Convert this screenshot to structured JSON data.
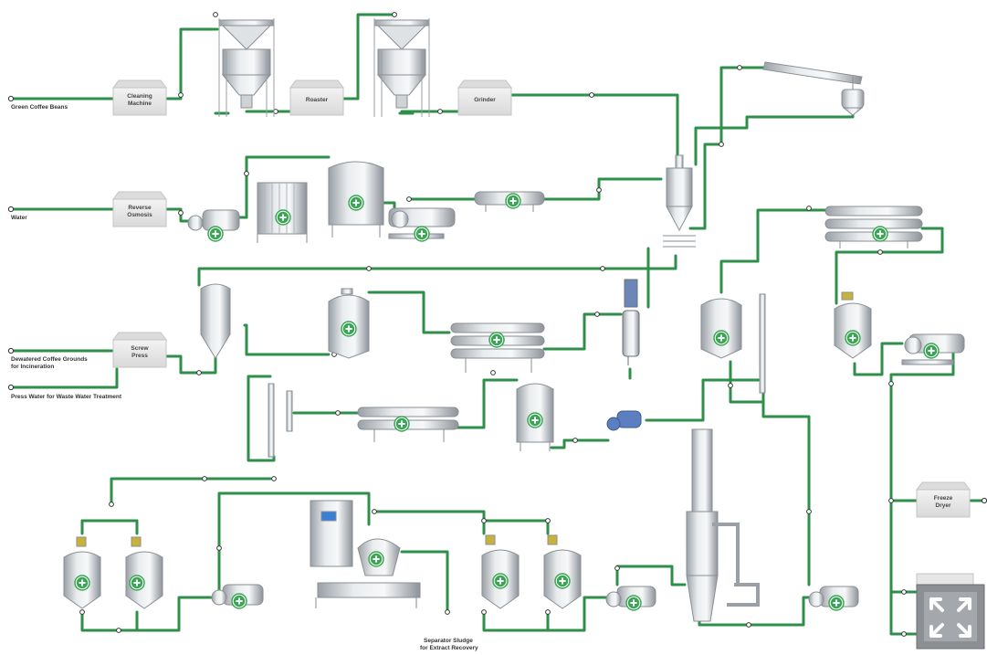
{
  "boxes": {
    "cleaning": "Cleaning\nMachine",
    "roaster": "Roaster",
    "grinder": "Grinder",
    "reverse_osmosis": "Reverse\nOsmosis",
    "screw_press": "Screw\nPress",
    "freeze_dryer": "Freeze\nDryer"
  },
  "labels": {
    "green_beans": "Green Coffee Beans",
    "water": "Water",
    "grounds_line1": "Dewatered Coffee Grounds",
    "grounds_line2": "for Incineration",
    "press_water": "Press Water for Waste Water Treatment",
    "sludge_line1": "Separator Sludge",
    "sludge_line2": "for Extract Recovery"
  },
  "colors": {
    "pipe": "#2f8f4a",
    "node": "#333333",
    "box_fill": "#e9e9e9",
    "box_edge": "#c4c4c4",
    "steel": "#c9cdd1",
    "badge": "#3aa655"
  },
  "icons": {
    "badge": "plus-circle-icon",
    "expand": "expand-arrows-icon"
  }
}
